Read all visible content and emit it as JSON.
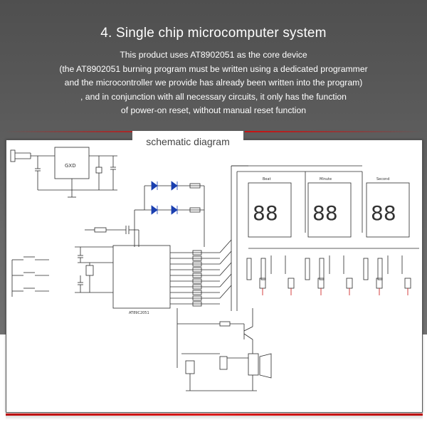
{
  "header": {
    "title": "4. Single chip microcomputer system",
    "lines": [
      "This product uses AT8902051 as the core device",
      "(the AT8902051 burning program must be written using a dedicated programmer",
      "and the microcontroller we provide has already been written into the program)",
      ", and in conjunction with all necessary circuits, it only has the function",
      "of power-on reset, without manual reset function"
    ]
  },
  "schematic": {
    "tab_label": "schematic diagram",
    "regulator_label": "GXD",
    "mcu_label": "AT89C2051",
    "display_labels": [
      "Beat",
      "Minute",
      "Second"
    ],
    "display_text": "88",
    "colors": {
      "wire": "#2a2a2a",
      "leds": "#1a3fb0",
      "accent": "#cc1111",
      "frame_bar": "#cc1010"
    }
  }
}
